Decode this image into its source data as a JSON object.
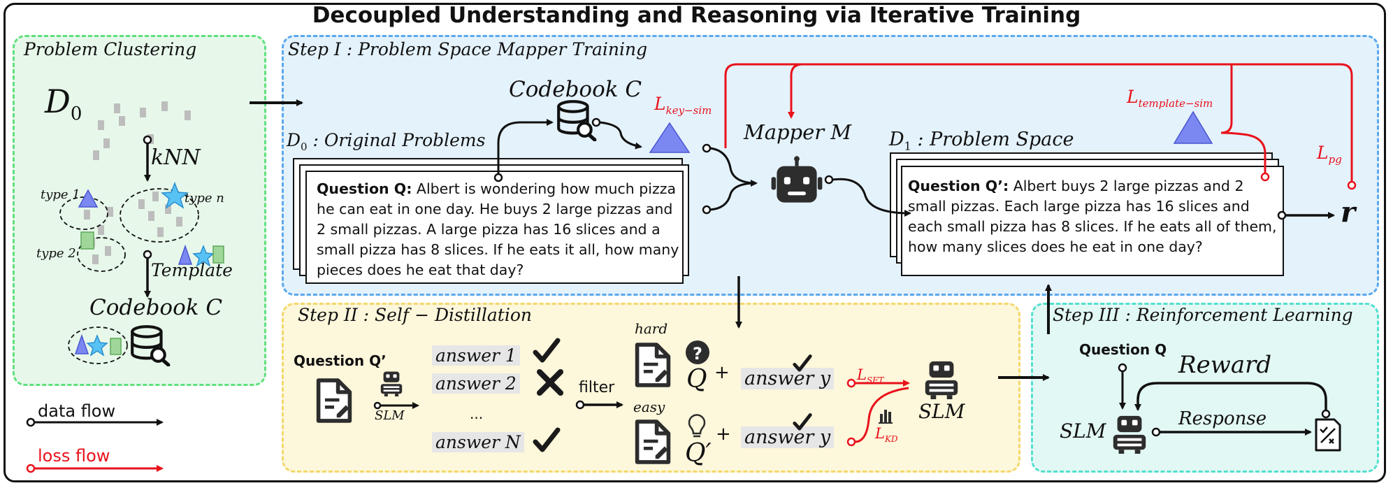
{
  "title": "Decoupled Understanding and Reasoning via Iterative Training",
  "panels": {
    "clustering": {
      "header": "Problem Clustering",
      "d0": "D",
      "d0_sub": "0",
      "knn": "kNN",
      "type1": "type 1",
      "typen": "type n",
      "type2": "type 2",
      "template": "Template",
      "codebook": "Codebook C"
    },
    "step1": {
      "header": "Step I : Problem Space Mapper Training",
      "codebook": "Codebook C",
      "orig_label": "D",
      "orig_label_sub": "0",
      "orig_label_rest": " : Original Problems",
      "q_bold": "Question Q:",
      "q_text": " Albert is wondering how much pizza he can eat in one day. He buys 2 large pizzas and 2 small pizzas. A large pizza has 16 slices and a small pizza has 8 slices. If he eats it all, how many pieces does he eat that day?",
      "mapper": "Mapper M",
      "space_label": "D",
      "space_label_sub": "1",
      "space_label_rest": " : Problem Space",
      "qp_bold": "Question Q’:",
      "qp_text": " Albert buys 2 large pizzas and 2 small pizzas. Each large pizza has 16 slices and each small pizza has 8 slices. If he eats all of them, how many slices does he eat in one day?",
      "l_key": "L",
      "l_key_sub": "key−sim",
      "l_template": "L",
      "l_template_sub": "template−sim",
      "l_pg": "L",
      "l_pg_sub": "pg",
      "r": "r"
    },
    "step2": {
      "header": "Step II : Self − Distillation",
      "question": "Question Q’",
      "slm_small": "SLM",
      "answers": [
        "answer 1",
        "answer 2",
        "...",
        "answer N"
      ],
      "filter": "filter",
      "hard": "hard",
      "easy": "easy",
      "q_hard": "Q",
      "q_easy": "Q′",
      "plus": "+",
      "answer_y": "answer y",
      "l_sft": "L",
      "l_sft_sub": "SFT",
      "l_kd": "L",
      "l_kd_sub": "KD",
      "slm": "SLM"
    },
    "step3": {
      "header": "Step III : Reinforcement Learning",
      "question": "Question Q",
      "reward": "Reward",
      "response": "Response",
      "slm": "SLM"
    }
  },
  "legend": {
    "data_flow": "data flow",
    "loss_flow": "loss flow"
  },
  "colors": {
    "clustering_bg": "#e7f8ea",
    "clustering_border": "#5fe07e",
    "step1_bg": "#e4f2fc",
    "step1_border": "#5aa8ee",
    "step2_bg": "#fdf7db",
    "step2_border": "#f3d86a",
    "step3_bg": "#e2f8f4",
    "step3_border": "#52dfcf",
    "loss": "#e8121b",
    "triangle": "#7b88f2",
    "star": "#59c2f5",
    "rect": "#9fd79a",
    "dots": "#bdbdbd"
  }
}
